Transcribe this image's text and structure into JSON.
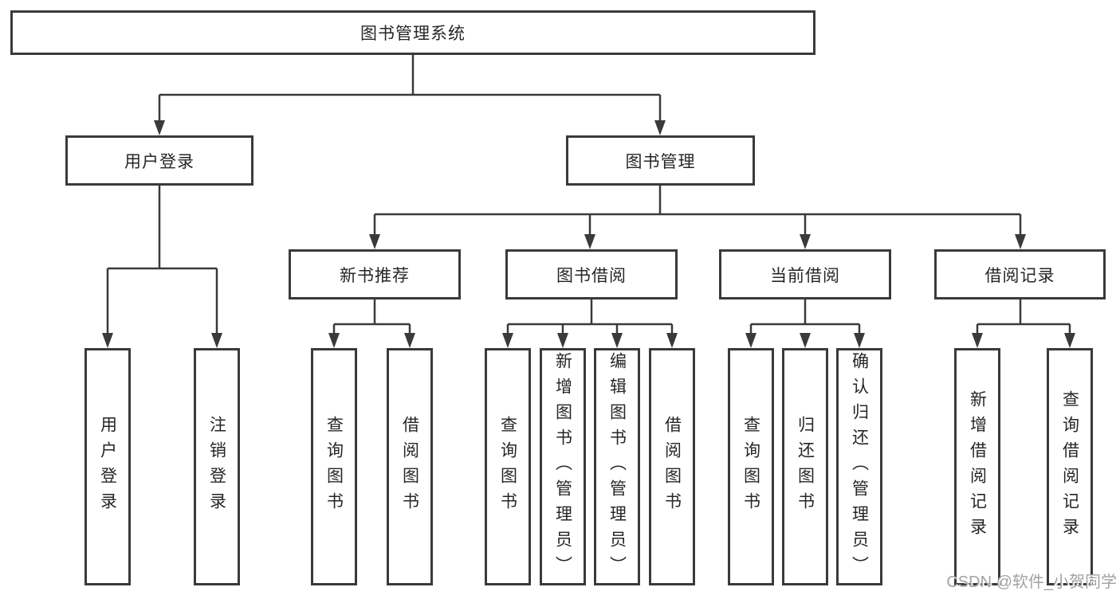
{
  "colors": {
    "line": "#3a3a3a",
    "box_border": "#3a3a3a",
    "box_bg": "#ffffff",
    "text": "#262626",
    "watermark": "#a2a2a2"
  },
  "watermark": {
    "text": "CSDN @软件_小贺同学"
  },
  "tree": {
    "label": "图书管理系统",
    "children": [
      {
        "label": "用户登录",
        "children": [
          {
            "label": "用户登录"
          },
          {
            "label": "注销登录"
          }
        ]
      },
      {
        "label": "图书管理",
        "children": [
          {
            "label": "新书推荐",
            "children": [
              {
                "label": "查询图书"
              },
              {
                "label": "借阅图书"
              }
            ]
          },
          {
            "label": "图书借阅",
            "children": [
              {
                "label": "查询图书"
              },
              {
                "label": "新增图书（管理员）"
              },
              {
                "label": "编辑图书（管理员）"
              },
              {
                "label": "借阅图书"
              }
            ]
          },
          {
            "label": "当前借阅",
            "children": [
              {
                "label": "查询图书"
              },
              {
                "label": "归还图书"
              },
              {
                "label": "确认归还（管理员）"
              }
            ]
          },
          {
            "label": "借阅记录",
            "children": [
              {
                "label": "新增借阅记录"
              },
              {
                "label": "查询借阅记录"
              }
            ]
          }
        ]
      }
    ]
  }
}
